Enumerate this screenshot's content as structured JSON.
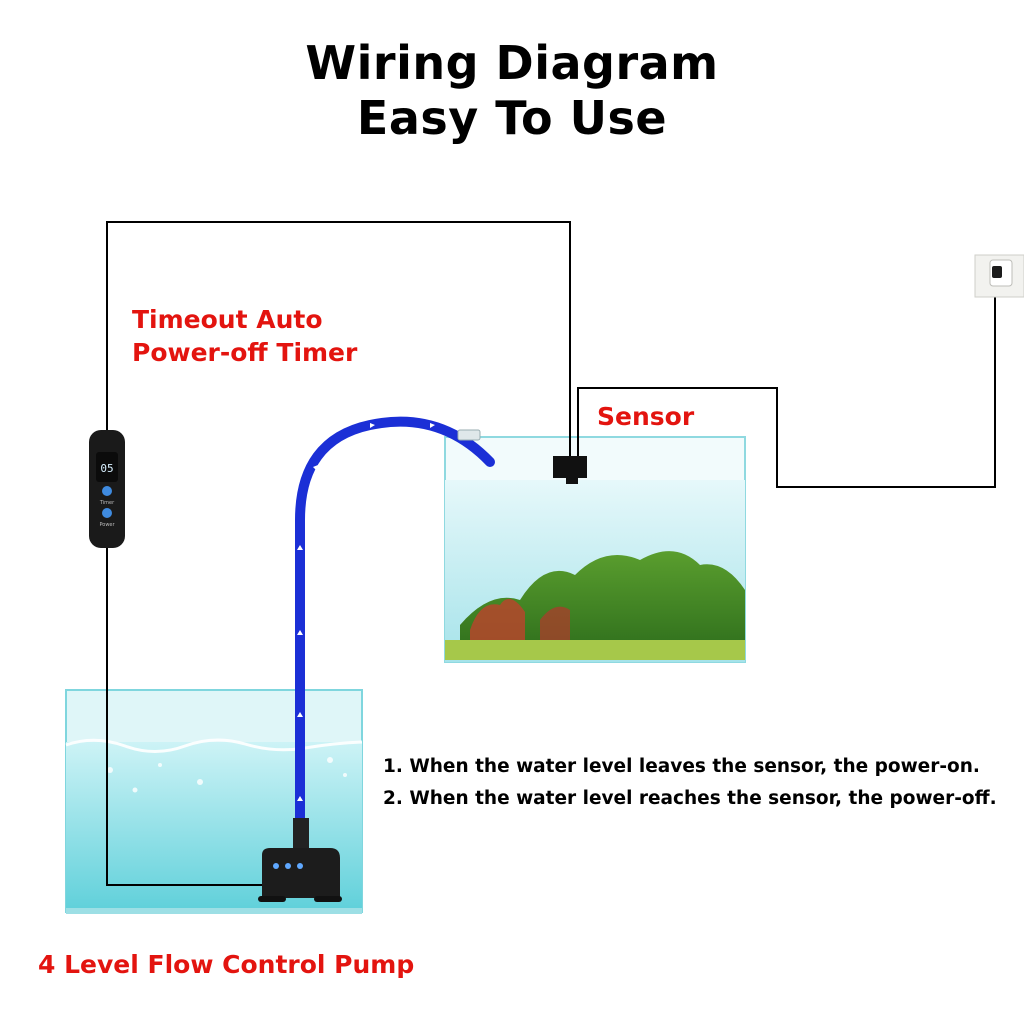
{
  "title": {
    "line1": "Wiring Diagram",
    "line2": "Easy To Use"
  },
  "labels": {
    "timer_line1": "Timeout Auto",
    "timer_line2": "Power-off Timer",
    "sensor": "Sensor",
    "pump": "4 Level Flow Control Pump"
  },
  "notes": [
    "1. When the water level leaves the sensor, the power-on.",
    "2. When the water level reaches the sensor, the power-off."
  ],
  "timer_display": "05",
  "timer_buttons": [
    "Timer",
    "Power"
  ],
  "colors": {
    "label_red": "#e3140f",
    "hose_blue": "#1b2fd6",
    "tank_glass": "#8fe0e6",
    "wire": "#000000"
  },
  "icons": [
    "controller-icon",
    "pump-icon",
    "sensor-icon",
    "wall-outlet-icon",
    "aquarium-icon",
    "sump-tank-icon"
  ]
}
